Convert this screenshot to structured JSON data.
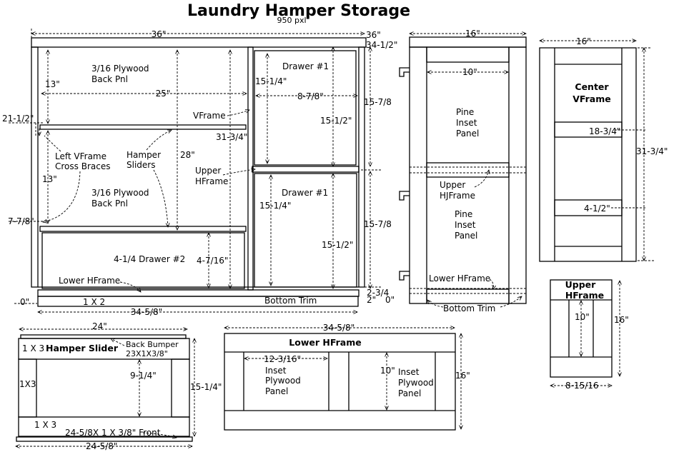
{
  "title": "Laundry Hamper Storage",
  "subtitle": "950 pxl",
  "front": {
    "width_top": "36\"",
    "width_top_right": "36\"",
    "depth_top_right": "34-1/2\"",
    "left_height": "21-1/2\"",
    "back_panel_upper": [
      "3/16 Plywood",
      "Back Pnl"
    ],
    "back_panel_lower": [
      "3/16 Plywood",
      "Back Pnl"
    ],
    "upper_13": "13\"",
    "lower_13": "13\"",
    "width_25": "25\"",
    "vframe_label": "VFrame",
    "vframe_height": "31-3/4\"",
    "left_vframe": [
      "Left VFrame",
      "Cross Braces"
    ],
    "hamper_sliders": [
      "Hamper",
      "Sliders"
    ],
    "height_28": "28\"",
    "upper_hframe": [
      "Upper",
      "HFrame"
    ],
    "drawer1_top": "Drawer #1",
    "drawer1_bottom": "Drawer #1",
    "d1_width": "8-7/8\"",
    "d1_height_left": "15-1/4\"",
    "d1_height_inner": "15-1/2\"",
    "d1_side_height": "15-7/8",
    "d2_height_left": "15-1/4\"",
    "d2_height_inner": "15-1/2\"",
    "d2_side_height": "15-7/8",
    "left_7_7_8": "7-7/8\"",
    "drawer2": "4-1/4 Drawer #2",
    "drawer2_height": "4-7/16\"",
    "lower_hframe": "Lower HFrame",
    "zero_left": "0\"",
    "one_by_two": "1 X 2",
    "bottom_trim": "Bottom Trim",
    "right_2_3_4": "2-3/4",
    "right_2": "2\"",
    "right_0": "0\"",
    "bottom_width": "34-5/8\""
  },
  "side": {
    "width": "16\"",
    "inner_width": "10\"",
    "panel_upper": [
      "Pine",
      "Inset",
      "Panel"
    ],
    "upper_hjframe": [
      "Upper",
      "HJFrame"
    ],
    "panel_lower": [
      "Pine",
      "Inset",
      "Panel"
    ],
    "lower_hframe": "Lower HFrame",
    "bottom_trim": "Bottom Trim"
  },
  "center": {
    "width": "16\"",
    "title": [
      "Center",
      "VFrame"
    ],
    "dim_18": "18-3/4\"",
    "dim_4": "4-1/2\"",
    "height": "31-3/4\""
  },
  "upper_hframe_detail": {
    "title": [
      "Upper",
      "HFrame"
    ],
    "inner": "10\"",
    "height": "16\"",
    "width": "8-15/16"
  },
  "slider": {
    "width": "24\"",
    "back_bumper": [
      "Back Bumper",
      "23X1X3/8\""
    ],
    "top_label": "1 X 3",
    "title": "Hamper Slider",
    "side": "1X3",
    "inner_height": "9-1/4\"",
    "height": "15-1/4\"",
    "bottom_label": "1 X 3",
    "front": "24-5/8X 1 X 3/8\" Front",
    "bottom_width": "24-5/8\""
  },
  "lower_hframe_detail": {
    "width": "34-5/8\"",
    "title": "Lower HFrame",
    "left_dim": "12-3/16\"",
    "panel_left": [
      "Inset",
      "Plywood",
      "Panel"
    ],
    "center_dim": "10\"",
    "panel_right": [
      "Inset",
      "Plywood",
      "Panel"
    ],
    "height": "16\""
  }
}
